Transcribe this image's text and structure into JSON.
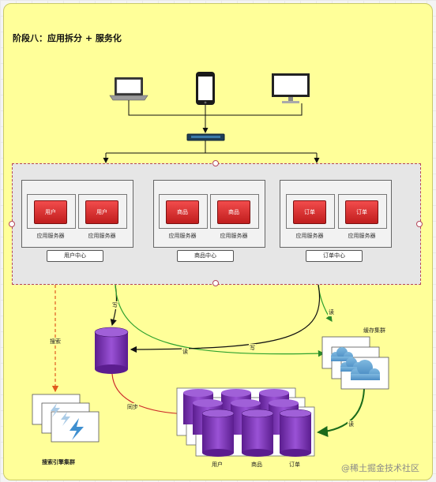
{
  "title": "阶段八：应用拆分 + 服务化",
  "centers": [
    {
      "label": "用户中心",
      "apps": [
        {
          "button": "用户",
          "label": "应用服务器"
        },
        {
          "button": "用户",
          "label": "应用服务器"
        }
      ]
    },
    {
      "label": "商品中心",
      "apps": [
        {
          "button": "商品",
          "label": "应用服务器"
        },
        {
          "button": "商品",
          "label": "应用服务器"
        }
      ]
    },
    {
      "label": "订单中心",
      "apps": [
        {
          "button": "订单",
          "label": "应用服务器"
        },
        {
          "button": "订单",
          "label": "应用服务器"
        }
      ]
    }
  ],
  "edge_labels": {
    "write_left": "写",
    "read_mid": "读",
    "write_mid": "写",
    "read_right": "读",
    "search": "搜索",
    "sync": "同步",
    "read_cache": "读"
  },
  "cache_cluster_label": "缓存集群",
  "search_cluster_label": "搜索引擎集群",
  "db_labels": [
    "用户",
    "商品",
    "订单"
  ],
  "watermark": "@稀土掘金技术社区",
  "colors": {
    "canvas": "#ffff99",
    "cluster_border": "#b5475a",
    "app_button": "#e23030",
    "read_line": "#2ea12e",
    "search_line": "#e05a1e",
    "sync_line": "#cc2a2a",
    "db": "#7a2fb5"
  }
}
